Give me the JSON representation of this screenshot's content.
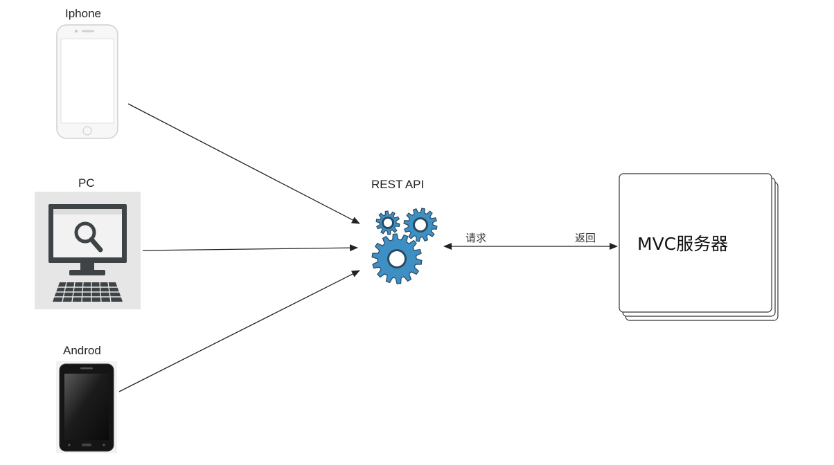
{
  "nodes": {
    "iphone": {
      "label": "Iphone"
    },
    "pc": {
      "label": "PC"
    },
    "android": {
      "label": "Androd"
    },
    "api": {
      "label": "REST API"
    },
    "server": {
      "label": "MVC服务器"
    }
  },
  "edges": {
    "request": {
      "label": "请求"
    },
    "response": {
      "label": "返回"
    }
  },
  "colors": {
    "gear": "#3d8fc4",
    "gear_dark": "#2b4a5e",
    "line": "#222222",
    "pc_bg": "#e6e6e6",
    "pc_frame": "#3e4346"
  },
  "icons": [
    "iphone-icon",
    "pc-icon",
    "android-icon",
    "gears-icon",
    "server-stack"
  ]
}
